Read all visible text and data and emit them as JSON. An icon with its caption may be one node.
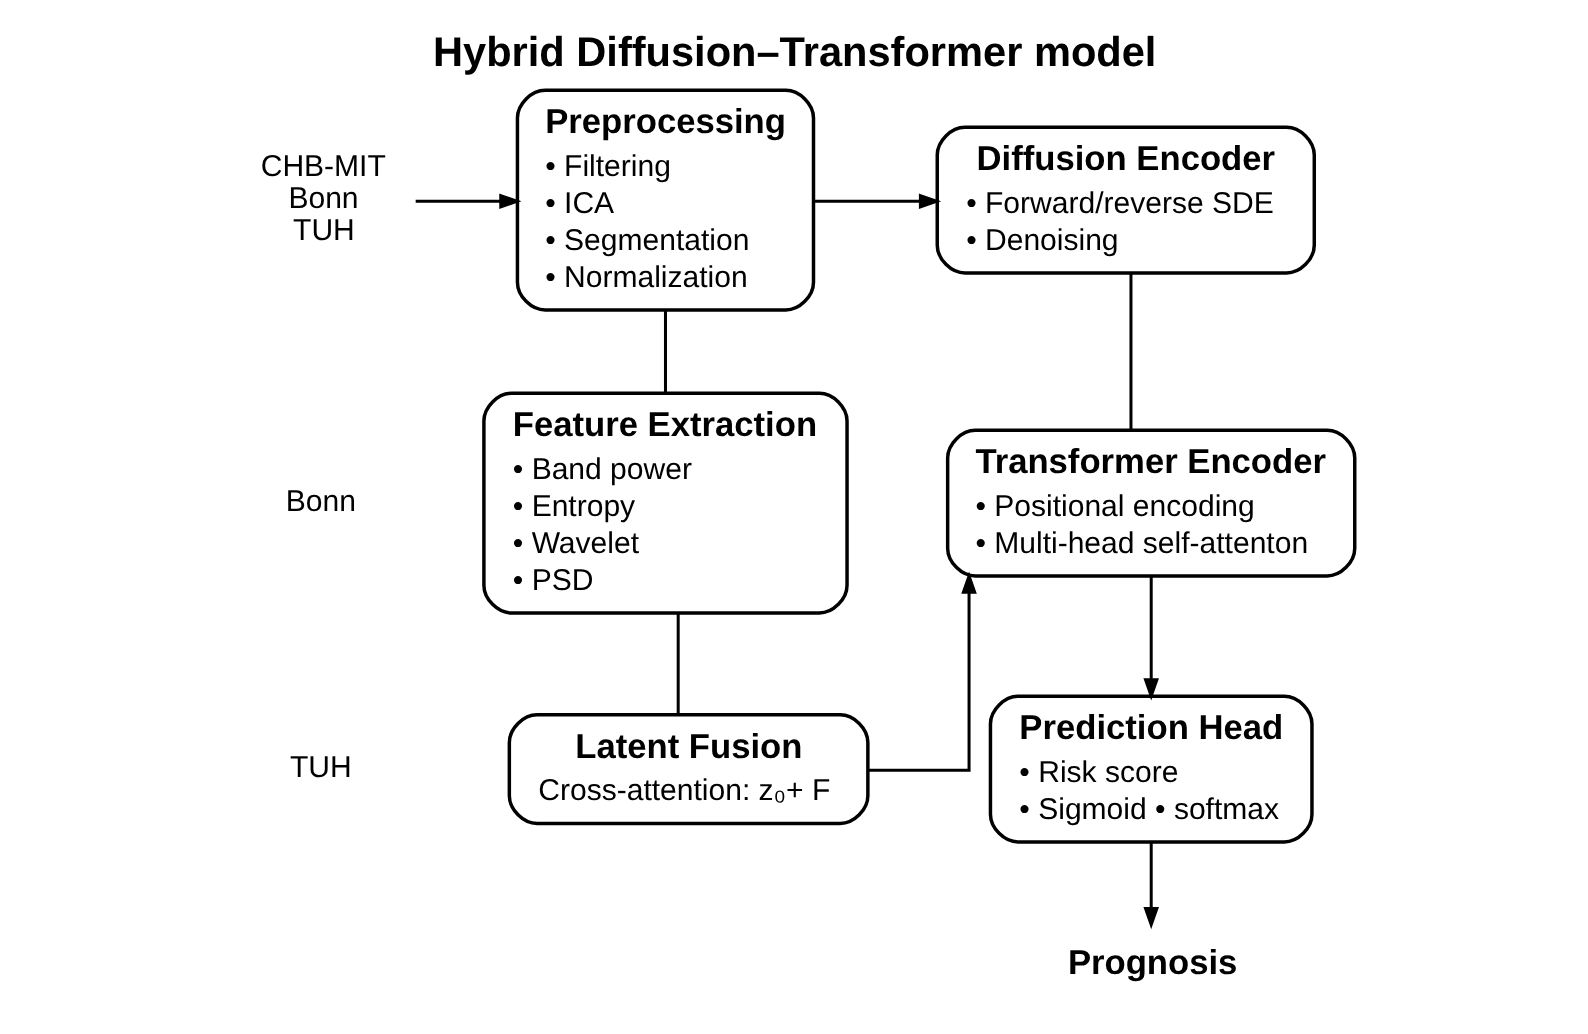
{
  "diagram": {
    "title": "Hybrid Diffusion–Transformer model",
    "nodes": [
      {
        "text": [
          "CHB-MIT Bonn TUH"
        ]
      },
      {
        "text": [
          "Preprocessing",
          "• Filtering",
          "• ICA",
          "• Segmentation",
          "• Normalization"
        ]
      },
      {
        "text": [
          "Feature Extraction",
          "• Band power",
          "• Entropy",
          "• Wavelet",
          "• PSD"
        ]
      },
      {
        "text": [
          "Latent Fusion",
          "Cross-attention: z₀+ F"
        ]
      },
      {
        "text": [
          "Diffusion Encoder",
          "• Forward/reverse SDE",
          "• Denoising"
        ]
      },
      {
        "text": [
          "Transformer Encoder",
          "• Positional encoding",
          "• Multi-head self-attenton"
        ]
      },
      {
        "text": [
          "Prediction Head",
          "• Risk score",
          "• Sigmoid • softmax"
        ]
      },
      {
        "text": [
          "Prognosis"
        ]
      }
    ],
    "edges": [
      {
        "from": 0,
        "to": 1,
        "arrow": "to"
      },
      {
        "from": 1,
        "to": 4,
        "arrow": "to"
      },
      {
        "from": 1,
        "to": 2,
        "arrow": "none"
      },
      {
        "from": 2,
        "to": 3,
        "arrow": "none"
      },
      {
        "from": 3,
        "to": 5,
        "arrow": "to"
      },
      {
        "from": 4,
        "to": 5,
        "arrow": "none"
      },
      {
        "from": 5,
        "to": 6,
        "arrow": "to"
      },
      {
        "from": 6,
        "to": 7,
        "arrow": "to"
      }
    ],
    "labels": [
      "Bonn",
      "TUH"
    ]
  }
}
